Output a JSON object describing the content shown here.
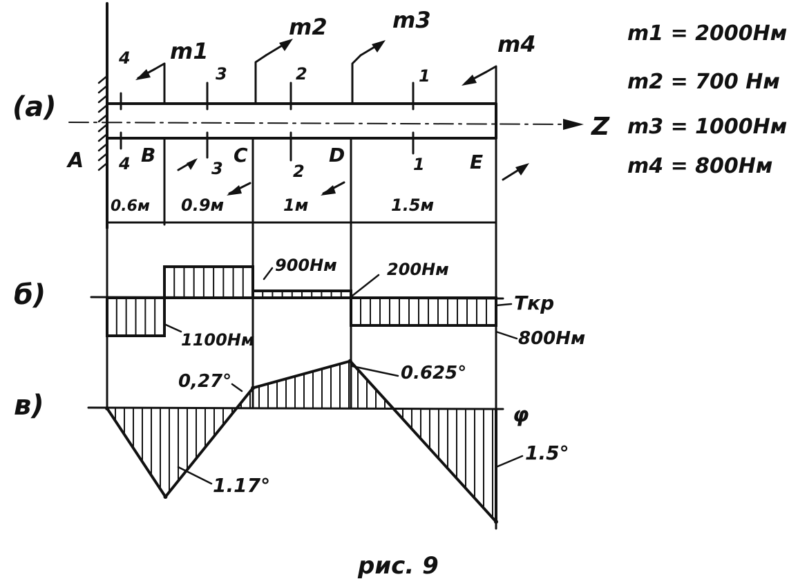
{
  "figure": {
    "caption": "рис. 9",
    "panel_labels": [
      "(a)",
      "б)",
      "в)"
    ],
    "axis_label": "Z",
    "points": [
      "A",
      "B",
      "C",
      "D",
      "E"
    ],
    "sections": [
      {
        "top": "4",
        "bottom": "4"
      },
      {
        "top": "3",
        "bottom": "3"
      },
      {
        "top": "2",
        "bottom": "2"
      },
      {
        "top": "1",
        "bottom": "1"
      }
    ],
    "moment_labels": [
      "m1",
      "m2",
      "m3",
      "m4"
    ],
    "spans": [
      "0.6м",
      "0.9м",
      "1м",
      "1.5м"
    ],
    "given": [
      {
        "text": "m1 = 2000Нм"
      },
      {
        "text": "m2 = 700 Нм"
      },
      {
        "text": "m3 = 1000Нм"
      },
      {
        "text": "m4 = 800Нм"
      }
    ]
  },
  "chart_data": [
    {
      "type": "area",
      "title": "",
      "series": [
        {
          "name": "Ткр",
          "x": [
            "AB",
            "BC",
            "CD",
            "DE"
          ],
          "values": [
            -1100,
            900,
            200,
            -800
          ]
        }
      ],
      "annotations": [
        "900Нм",
        "200Нм",
        "1100Нм",
        "800Нм"
      ]
    },
    {
      "type": "line",
      "title": "",
      "series": [
        {
          "name": "φ",
          "x": [
            0,
            0.6,
            1.5,
            2.5,
            4.0
          ],
          "values": [
            0,
            -1.17,
            0.27,
            0.625,
            -1.5
          ]
        }
      ],
      "annotations": [
        "0,27°",
        "0.625°",
        "1.17°",
        "1.5°"
      ]
    }
  ]
}
